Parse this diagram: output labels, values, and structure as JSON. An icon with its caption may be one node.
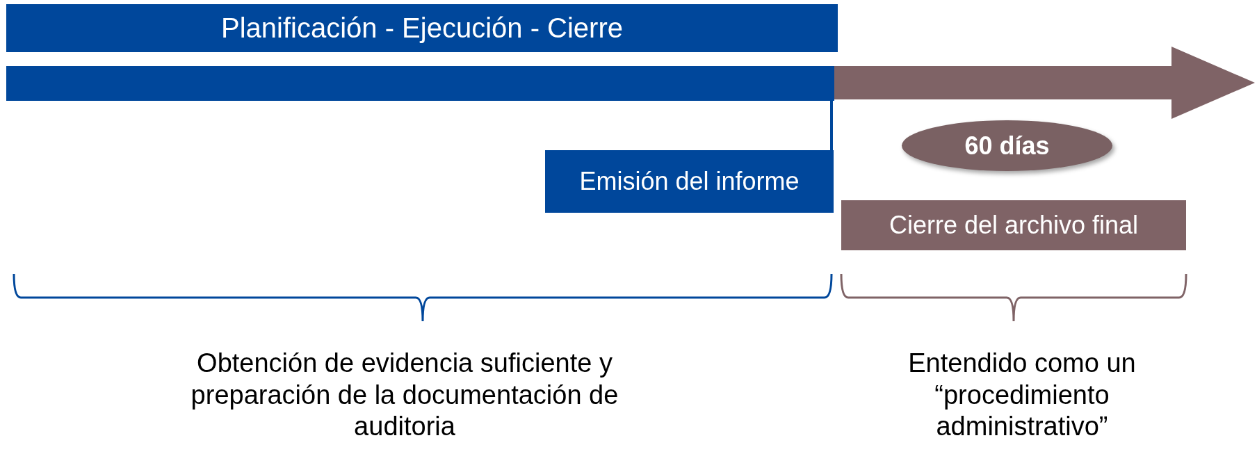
{
  "diagram": {
    "nodes": [
      {
        "text": [
          "Planificación - Ejecución - Cierre"
        ]
      },
      {
        "text": [],
        "shape": "bar"
      },
      {
        "text": [],
        "shape": "arrow"
      },
      {
        "text": [
          "Emisión del informe"
        ]
      },
      {
        "text": [
          "60 días"
        ]
      },
      {
        "text": [
          "Cierre del archivo final"
        ]
      }
    ],
    "edges": [
      {
        "from": 1,
        "to": 3,
        "arrow": "none"
      }
    ],
    "labels": [
      "Obtención de evidencia suficiente y preparación de la documentación de auditoria",
      "Entendido como un “procedimiento administrativo”"
    ]
  }
}
